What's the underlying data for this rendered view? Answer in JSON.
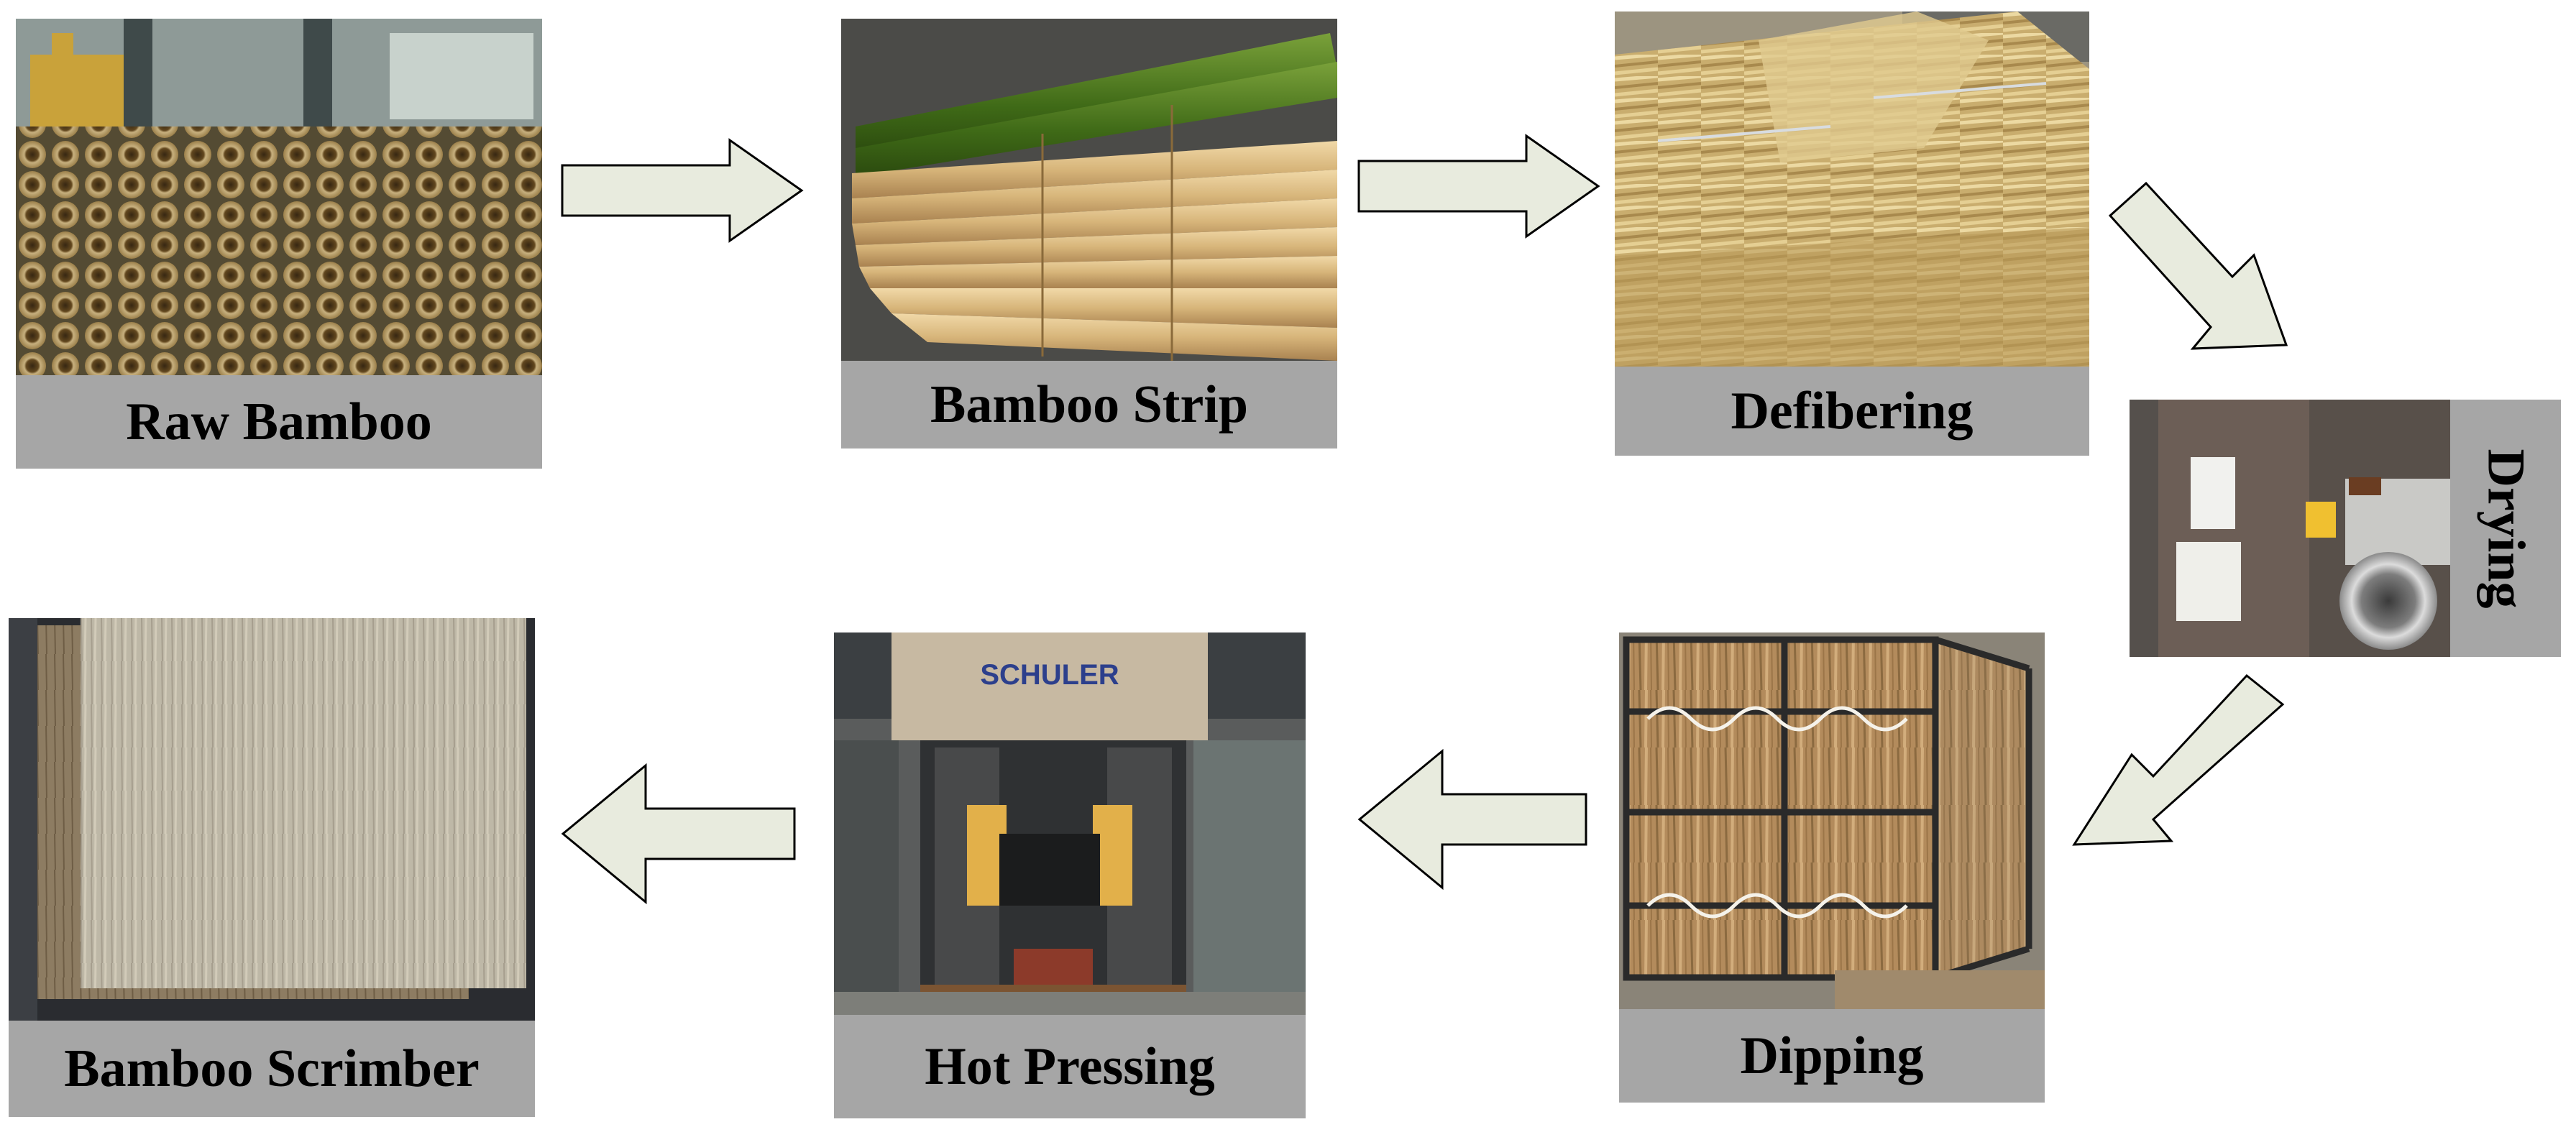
{
  "diagram": {
    "steps": [
      {
        "id": "raw-bamboo",
        "label": "Raw Bamboo"
      },
      {
        "id": "bamboo-strip",
        "label": "Bamboo Strip"
      },
      {
        "id": "defibering",
        "label": "Defibering"
      },
      {
        "id": "drying",
        "label": "Drying"
      },
      {
        "id": "dipping",
        "label": "Dipping"
      },
      {
        "id": "hot-pressing",
        "label": "Hot Pressing"
      },
      {
        "id": "bamboo-scrimber",
        "label": "Bamboo Scrimber"
      }
    ],
    "photo_text": {
      "machine_brand": "SCHULER"
    },
    "colors": {
      "label_background": "#a6a6a6",
      "arrow_fill": "#e8ebde",
      "arrow_stroke": "#000000"
    }
  }
}
